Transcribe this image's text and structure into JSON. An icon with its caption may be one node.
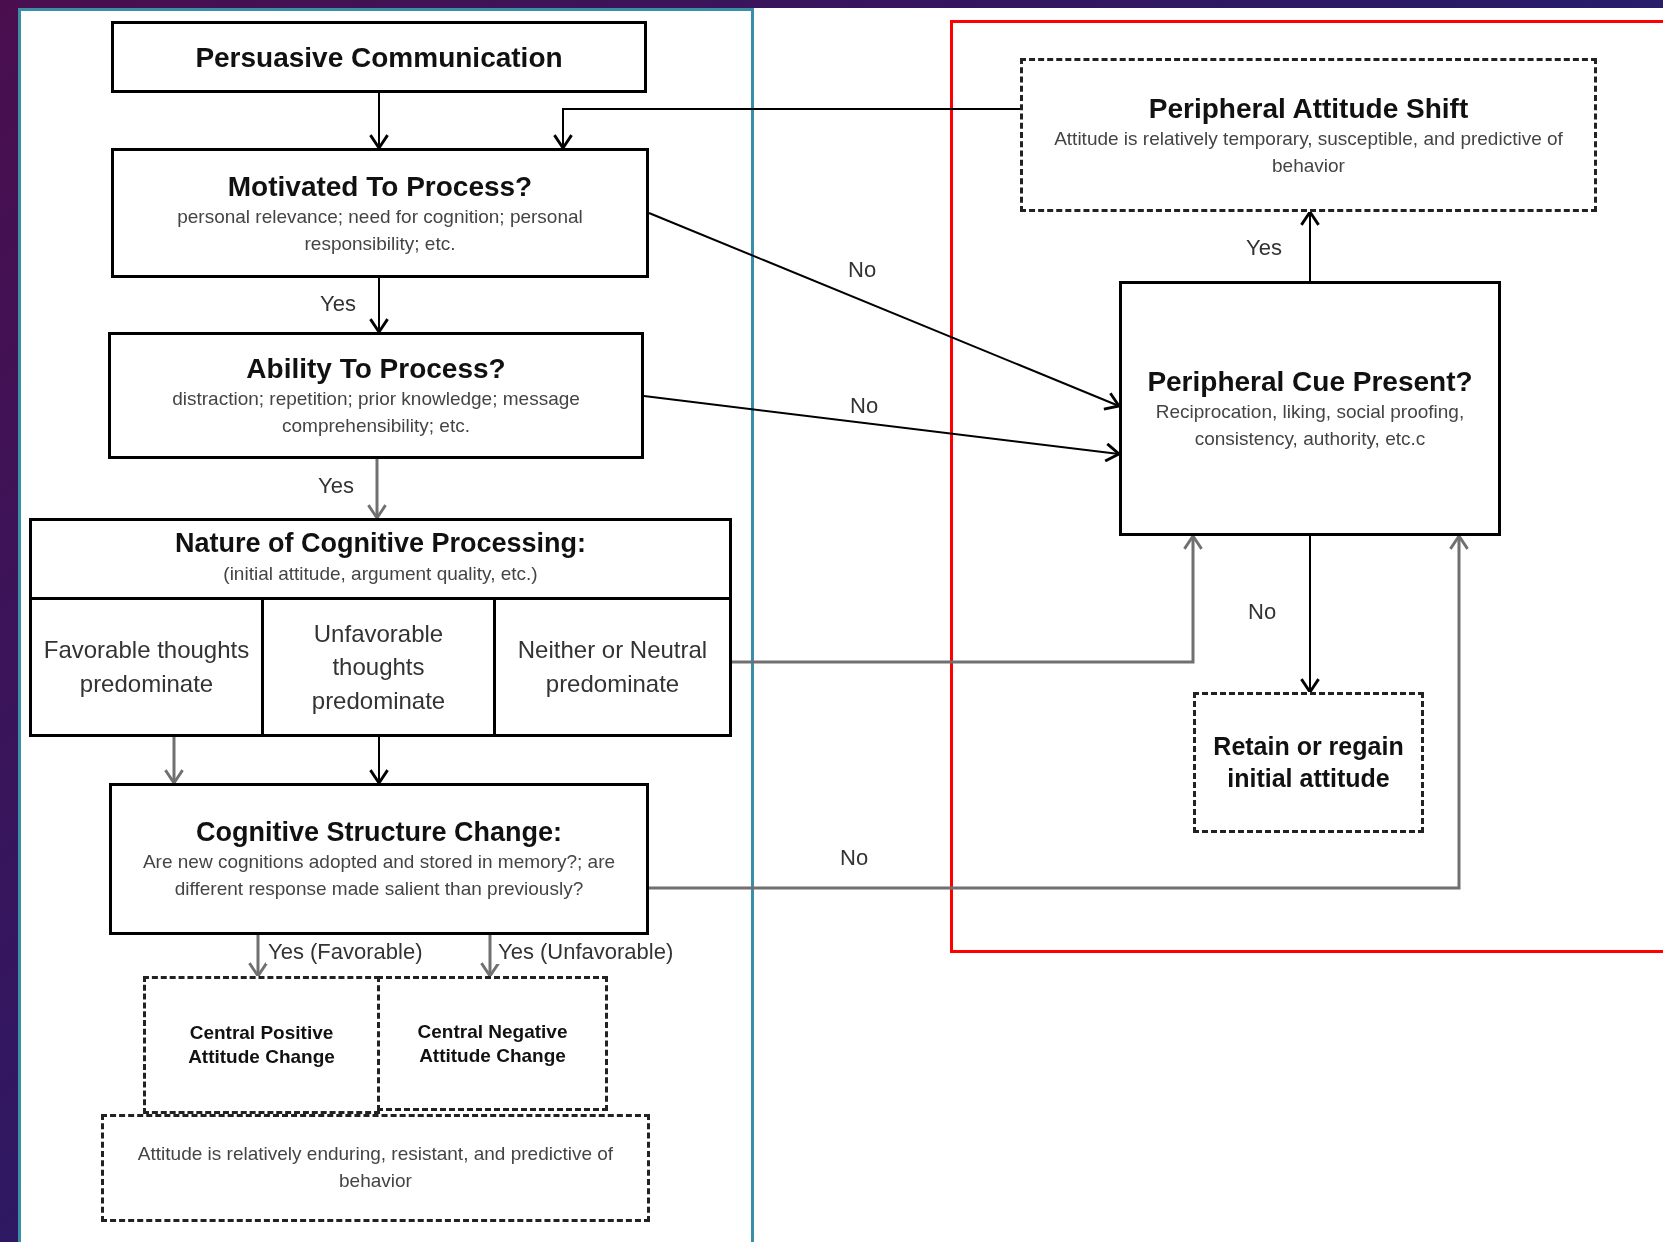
{
  "diagram": {
    "nodes": [
      {
        "text": [
          "Persuasive Communication"
        ]
      },
      {
        "text": [
          "Motivated To Process?",
          "personal relevance; need for cognition; personal responsibility; etc."
        ]
      },
      {
        "text": [
          "Ability To Process?",
          "distraction; repetition; prior knowledge; message comprehensibility; etc."
        ]
      },
      {
        "text": [
          "Nature of Cognitive Processing:",
          "(initial attitude, argument quality, etc.)"
        ]
      },
      {
        "text": [
          "Favorable thoughts predominate"
        ],
        "in": 3
      },
      {
        "text": [
          "Unfavorable thoughts predominate"
        ],
        "in": 3
      },
      {
        "text": [
          "Neither or Neutral predominate"
        ],
        "in": 3
      },
      {
        "text": [
          "Cognitive Structure Change:",
          "Are new cognitions adopted and stored in memory?; are different response made salient than previously?"
        ]
      },
      {
        "text": [
          "Central Positive Attitude Change"
        ]
      },
      {
        "text": [
          "Central Negative Attitude Change"
        ]
      },
      {
        "text": [
          "Attitude is relatively enduring, resistant, and predictive of behavior"
        ]
      },
      {
        "text": [
          "Peripheral Attitude Shift",
          "Attitude is relatively temporary, susceptible, and predictive of behavior"
        ]
      },
      {
        "text": [
          "Peripheral Cue Present?",
          "Reciprocation, liking, social proofing, consistency, authority, etc.c"
        ]
      },
      {
        "text": [
          "Retain or regain initial attitude"
        ]
      }
    ],
    "edges": [
      {
        "from": 0,
        "to": 1,
        "arrow": "to"
      },
      {
        "from": 11,
        "to": 1,
        "arrow": "to"
      },
      {
        "from": 1,
        "to": 12,
        "arrow": "to",
        "label": "No"
      },
      {
        "from": 1,
        "to": 2,
        "arrow": "to",
        "label": "Yes"
      },
      {
        "from": 2,
        "to": 12,
        "arrow": "to",
        "label": "No"
      },
      {
        "from": 2,
        "to": 3,
        "arrow": "to",
        "label": "Yes",
        "color": "#707070"
      },
      {
        "from": 6,
        "to": 12,
        "arrow": "to",
        "color": "#707070"
      },
      {
        "from": 4,
        "to": 7,
        "arrow": "to",
        "color": "#707070"
      },
      {
        "from": 5,
        "to": 7,
        "arrow": "to"
      },
      {
        "from": 7,
        "to": 12,
        "arrow": "to",
        "label": "No",
        "color": "#707070"
      },
      {
        "from": 7,
        "to": 8,
        "arrow": "to",
        "label": "Yes (Favorable)",
        "color": "#707070"
      },
      {
        "from": 7,
        "to": 9,
        "arrow": "to",
        "label": "Yes (Unfavorable)",
        "color": "#707070"
      },
      {
        "from": 12,
        "to": 11,
        "arrow": "to",
        "label": "Yes"
      },
      {
        "from": 12,
        "to": 13,
        "arrow": "to",
        "label": "No"
      }
    ]
  }
}
